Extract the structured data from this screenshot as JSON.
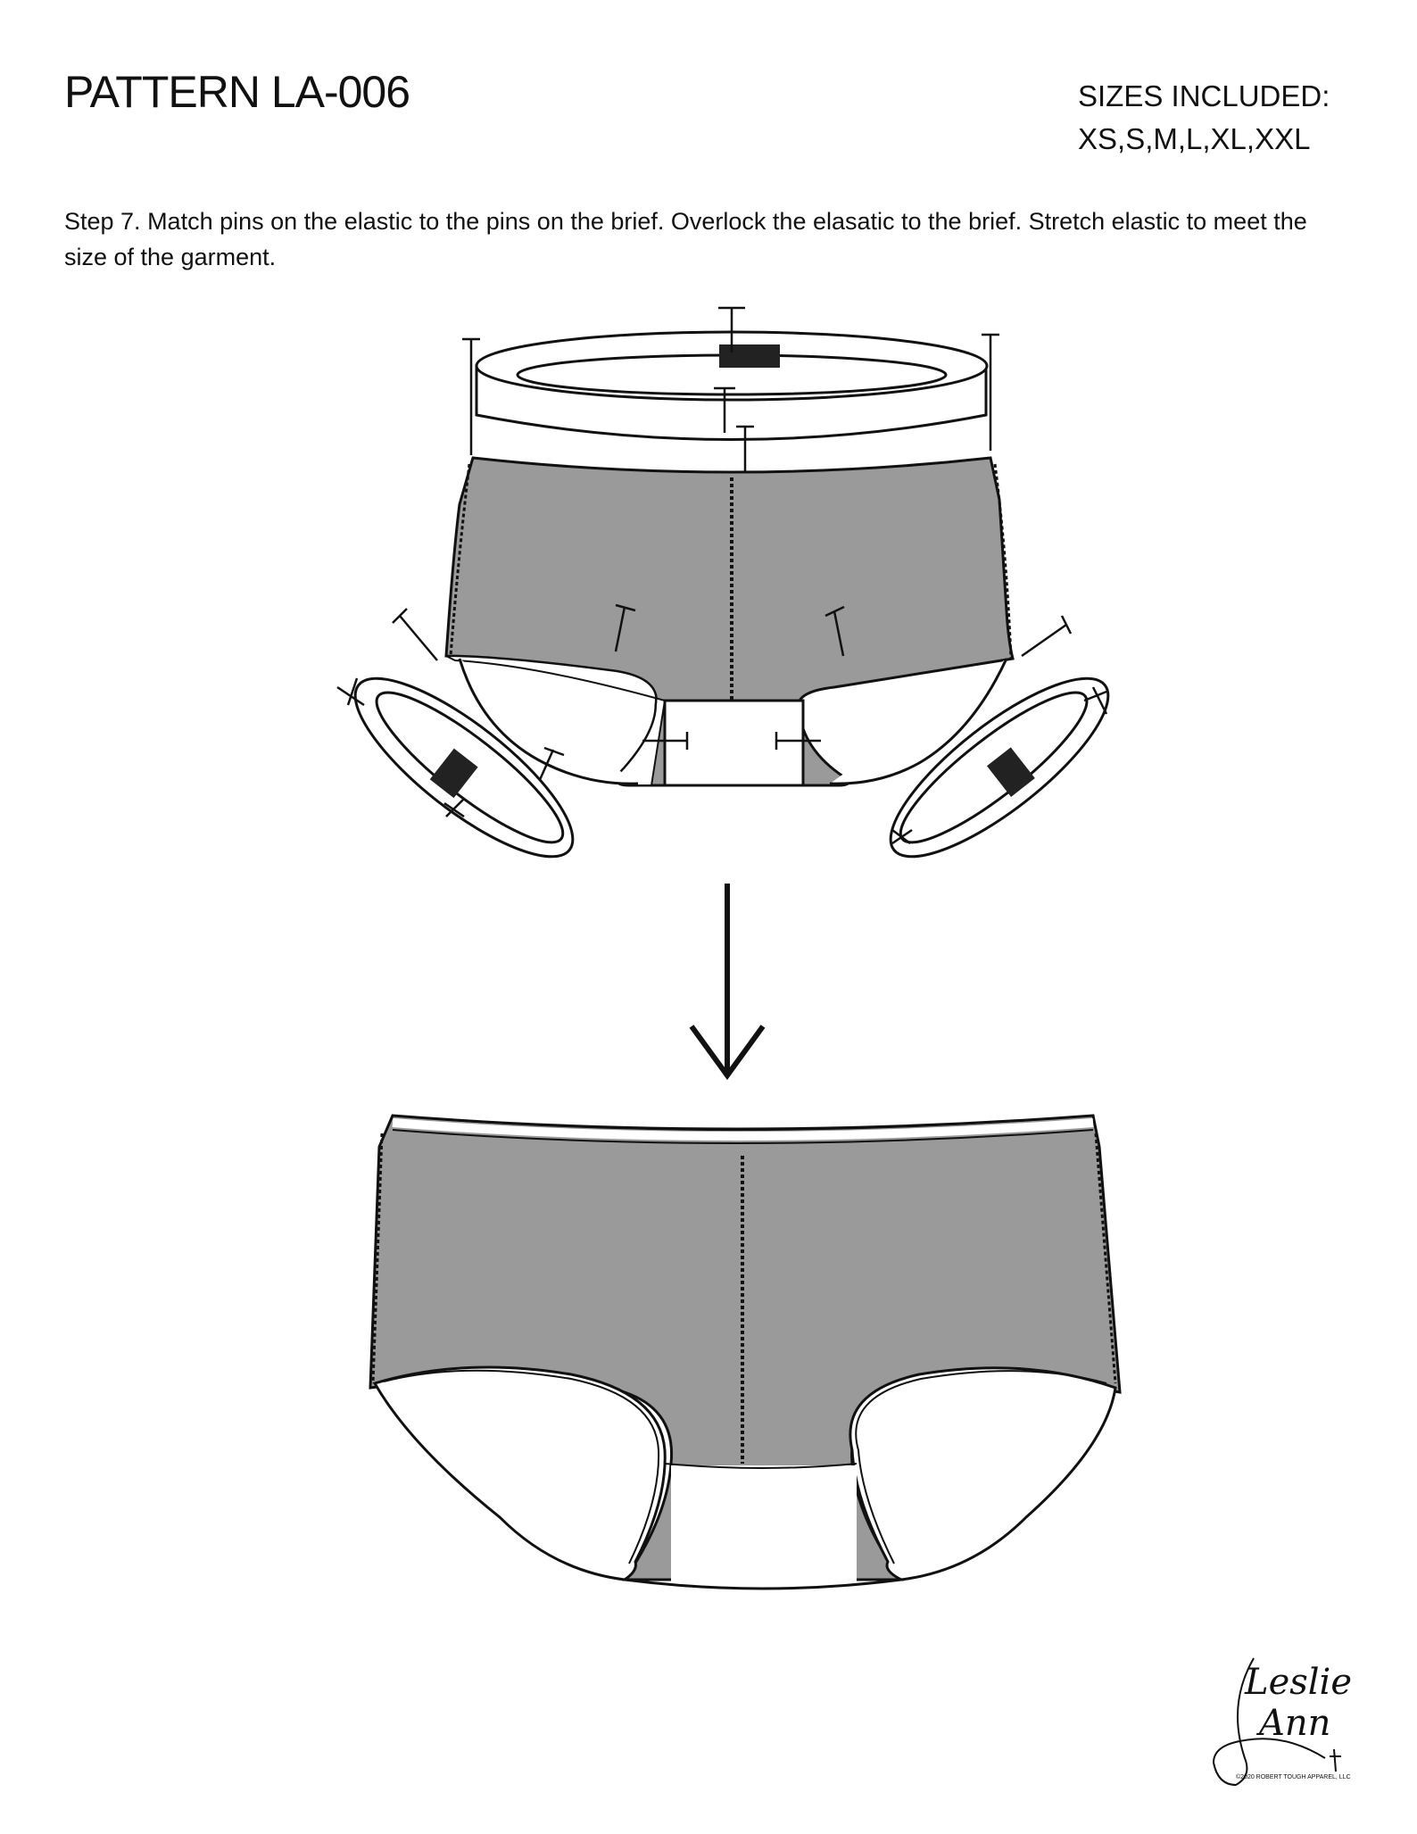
{
  "header": {
    "title": "PATTERN LA-006",
    "sizes_label": "SIZES INCLUDED:",
    "sizes_list": "XS,S,M,L,XL,XXL"
  },
  "instruction": {
    "text": "Step 7. Match pins on the elastic to the pins on the brief. Overlock the elasatic to the brief. Stretch elastic to meet the size of the garment."
  },
  "brand": {
    "name_line1": "Leslie",
    "name_line2": "Ann",
    "copyright": "©2020 ROBERT TOUGH APPAREL, LLC"
  },
  "colors": {
    "fabric": "#9a9a9a",
    "line": "#111111",
    "elastic": "#ffffff"
  }
}
